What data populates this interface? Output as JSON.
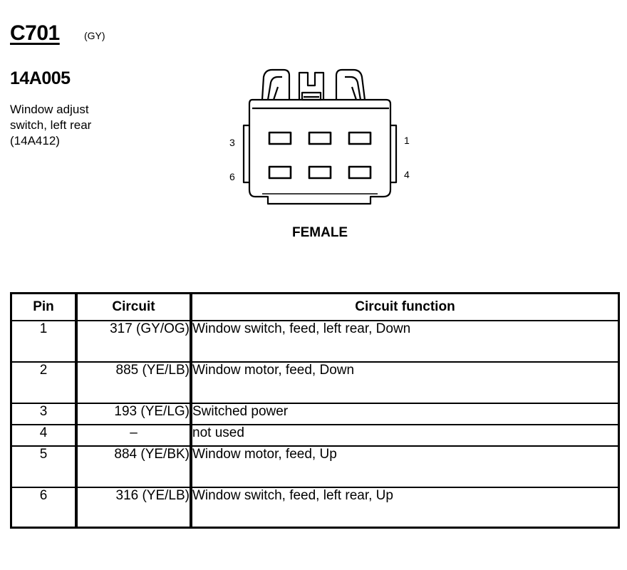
{
  "header": {
    "connector_id": "C701",
    "color_code": "(GY)",
    "part_number": "14A005",
    "description_lines": [
      "Window adjust",
      "switch, left rear",
      "(14A412)"
    ]
  },
  "diagram": {
    "pin_labels": {
      "top_left": "3",
      "bottom_left": "6",
      "top_right": "1",
      "bottom_right": "4"
    },
    "gender": "FEMALE"
  },
  "table": {
    "headers": {
      "pin": "Pin",
      "circuit": "Circuit",
      "function": "Circuit function"
    },
    "rows": [
      {
        "pin": "1",
        "circuit": "317 (GY/OG)",
        "function": "Window switch, feed, left rear, Down"
      },
      {
        "pin": "2",
        "circuit": "885 (YE/LB)",
        "function": "Window motor, feed, Down"
      },
      {
        "pin": "3",
        "circuit": "193 (YE/LG)",
        "function": "Switched power"
      },
      {
        "pin": "4",
        "circuit": "–",
        "function": "not used"
      },
      {
        "pin": "5",
        "circuit": "884 (YE/BK)",
        "function": "Window motor, feed, Up"
      },
      {
        "pin": "6",
        "circuit": "316 (YE/LB)",
        "function": "Window switch, feed, left rear, Up"
      }
    ]
  }
}
